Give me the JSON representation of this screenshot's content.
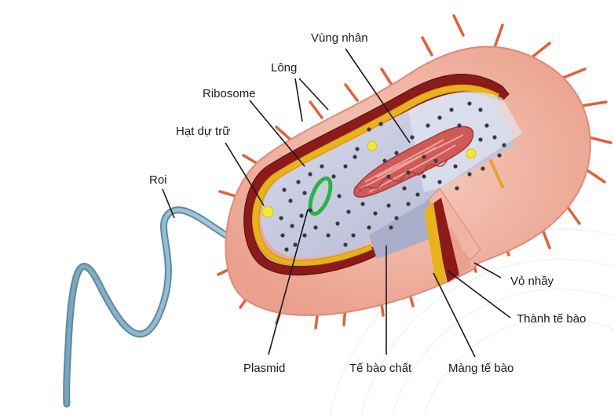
{
  "diagram": {
    "labels": {
      "nucleoid": "Vùng nhân",
      "pili": "Lông",
      "ribosome": "Ribosome",
      "storage_granule": "Hạt dự trữ",
      "flagellum": "Roi",
      "plasmid": "Plasmid",
      "cytoplasm": "Tế bào chất",
      "cell_membrane": "Màng tế bào",
      "slime_capsule": "Vỏ nhầy",
      "cell_wall": "Thành tế bào"
    }
  },
  "colors": {
    "capsule": "#f2b5a4",
    "capsule_edge": "#e08a78",
    "pili": "#e0603a",
    "wall": "#8b1a1a",
    "membrane": "#e8b21c",
    "cytoplasm": "#c9cce0",
    "ribosome": "#3a3a3a",
    "granule": "#f2e83a",
    "plasmid": "#2fb04a",
    "nucleoid": "#c8504e",
    "flagellum": "#8fb8cc"
  }
}
